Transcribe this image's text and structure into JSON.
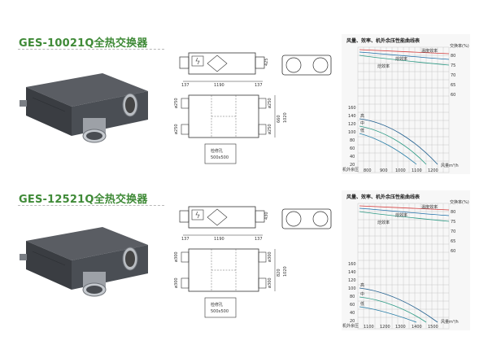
{
  "products": [
    {
      "title": "GES-10021Q全热交换器",
      "diagram": {
        "width": "1190",
        "left_offset": "137",
        "right_offset": "137",
        "height": "425",
        "depth_inner": "660",
        "depth_outer": "1020",
        "duct_dia": "ø250",
        "panel_label": "检修孔",
        "panel_size": "500x500"
      },
      "chart": {
        "title": "风量、效率、机外余压性能曲线表",
        "unit_label": "交换率(%)",
        "efficiency_labels": [
          "温度效率",
          "焓效率",
          "焓效率"
        ],
        "speed_labels": [
          "高",
          "中",
          "低"
        ],
        "y_right_ticks": [
          "80",
          "75",
          "70",
          "65",
          "60"
        ],
        "y_left_ticks": [
          "160",
          "140",
          "120",
          "100",
          "80",
          "60",
          "40",
          "20"
        ],
        "pressure_label": "机外余压",
        "x_ticks": [
          "800",
          "900",
          "1000",
          "1100",
          "1200"
        ],
        "x_unit": "风量m³/h"
      }
    },
    {
      "title": "GES-12521Q全热交换器",
      "diagram": {
        "width": "1190",
        "left_offset": "137",
        "right_offset": "137",
        "height": "430",
        "depth_inner": "820",
        "depth_outer": "1020",
        "duct_dia": "ø300",
        "panel_label": "检修孔",
        "panel_size": "500x500"
      },
      "chart": {
        "title": "风量、效率、机外余压性能曲线表",
        "unit_label": "交换率(%)",
        "efficiency_labels": [
          "温度效率",
          "焓效率",
          "焓效率"
        ],
        "speed_labels": [
          "高",
          "中",
          "低"
        ],
        "y_right_ticks": [
          "80",
          "75",
          "70",
          "65",
          "60"
        ],
        "y_left_ticks": [
          "160",
          "140",
          "120",
          "100",
          "80",
          "60",
          "40",
          "20"
        ],
        "pressure_label": "机外余压",
        "x_ticks": [
          "1100",
          "1200",
          "1300",
          "1400",
          "1500"
        ],
        "x_unit": "风量m³/h"
      }
    }
  ]
}
